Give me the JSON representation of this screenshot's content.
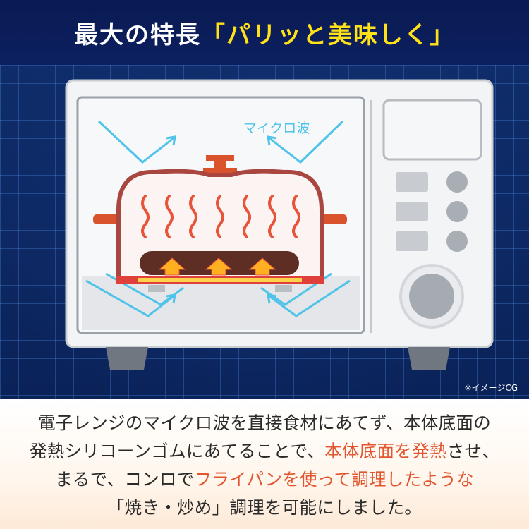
{
  "header": {
    "title_main": "最大の特長",
    "title_highlight": "「パリッと美味しく」"
  },
  "illustration": {
    "microwave_label": "マイクロ波",
    "note": "※イメージCG"
  },
  "description": {
    "line1": "電子レンジのマイクロ波を直接食材にあてず、本体底面の",
    "line2_a": "発熱シリコーンゴムにあてることで、",
    "line2_em": "本体底面を発熱",
    "line2_b": "させ、",
    "line3_a": "まるで、コンロで",
    "line3_em": "フライパンを使って調理したような",
    "line4": "「焼き・炒め」調理を可能にしました。"
  },
  "colors": {
    "header_bg": "#0c1d57",
    "highlight": "#ffe11a",
    "accent_text": "#e2552e",
    "arrow": "#4fc3e8",
    "pan": "#d9542c"
  },
  "icons": [
    "microwave-icon",
    "pan-icon",
    "heat-wave-icon",
    "up-arrow-icon",
    "microwave-arrow-icon"
  ]
}
